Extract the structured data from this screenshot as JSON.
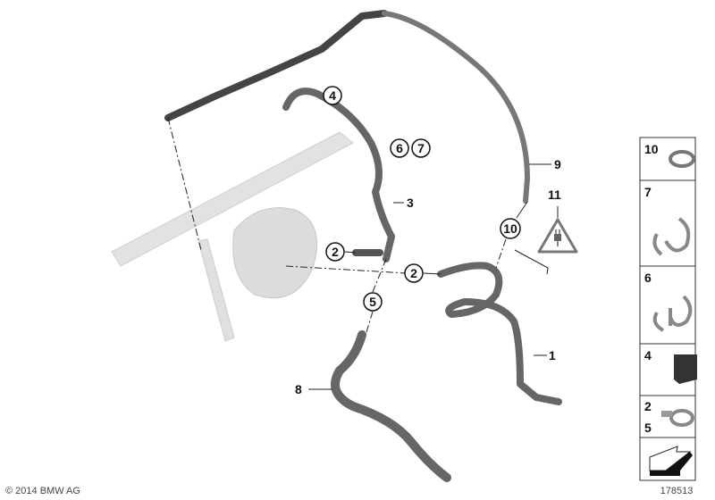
{
  "copyright": "© 2014 BMW AG",
  "diagram_id": "178513",
  "colors": {
    "hose": "#5e5e5e",
    "hose_highlight": "#8a8a8a",
    "faded_part": "#d9d9d9",
    "callout": "#111111"
  },
  "callouts": [
    {
      "id": "c4",
      "label": "4",
      "style": "circle"
    },
    {
      "id": "c6",
      "label": "6",
      "style": "circle"
    },
    {
      "id": "c7",
      "label": "7",
      "style": "circle"
    },
    {
      "id": "c3",
      "label": "3",
      "style": "plain"
    },
    {
      "id": "c2a",
      "label": "2",
      "style": "circle"
    },
    {
      "id": "c2b",
      "label": "2",
      "style": "circle"
    },
    {
      "id": "c5",
      "label": "5",
      "style": "circle"
    },
    {
      "id": "c8",
      "label": "8",
      "style": "plain"
    },
    {
      "id": "c9",
      "label": "9",
      "style": "plain"
    },
    {
      "id": "c10",
      "label": "10",
      "style": "circle"
    },
    {
      "id": "c11",
      "label": "11",
      "style": "plain"
    },
    {
      "id": "c1",
      "label": "1",
      "style": "plain"
    }
  ],
  "warning_icon": "electrical-plug-warning-icon",
  "legend": [
    {
      "labels": [
        "10"
      ],
      "icon": "hose-clamp-icon"
    },
    {
      "labels": [
        "7"
      ],
      "icon": "double-hose-clip-icon"
    },
    {
      "labels": [
        "6"
      ],
      "icon": "triple-hose-clip-icon"
    },
    {
      "labels": [
        "4"
      ],
      "icon": "rubber-grommet-icon"
    },
    {
      "labels": [
        "2",
        "5"
      ],
      "icon": "screw-clamp-icon"
    },
    {
      "labels": [],
      "icon": "direction-arrow-icon"
    }
  ]
}
